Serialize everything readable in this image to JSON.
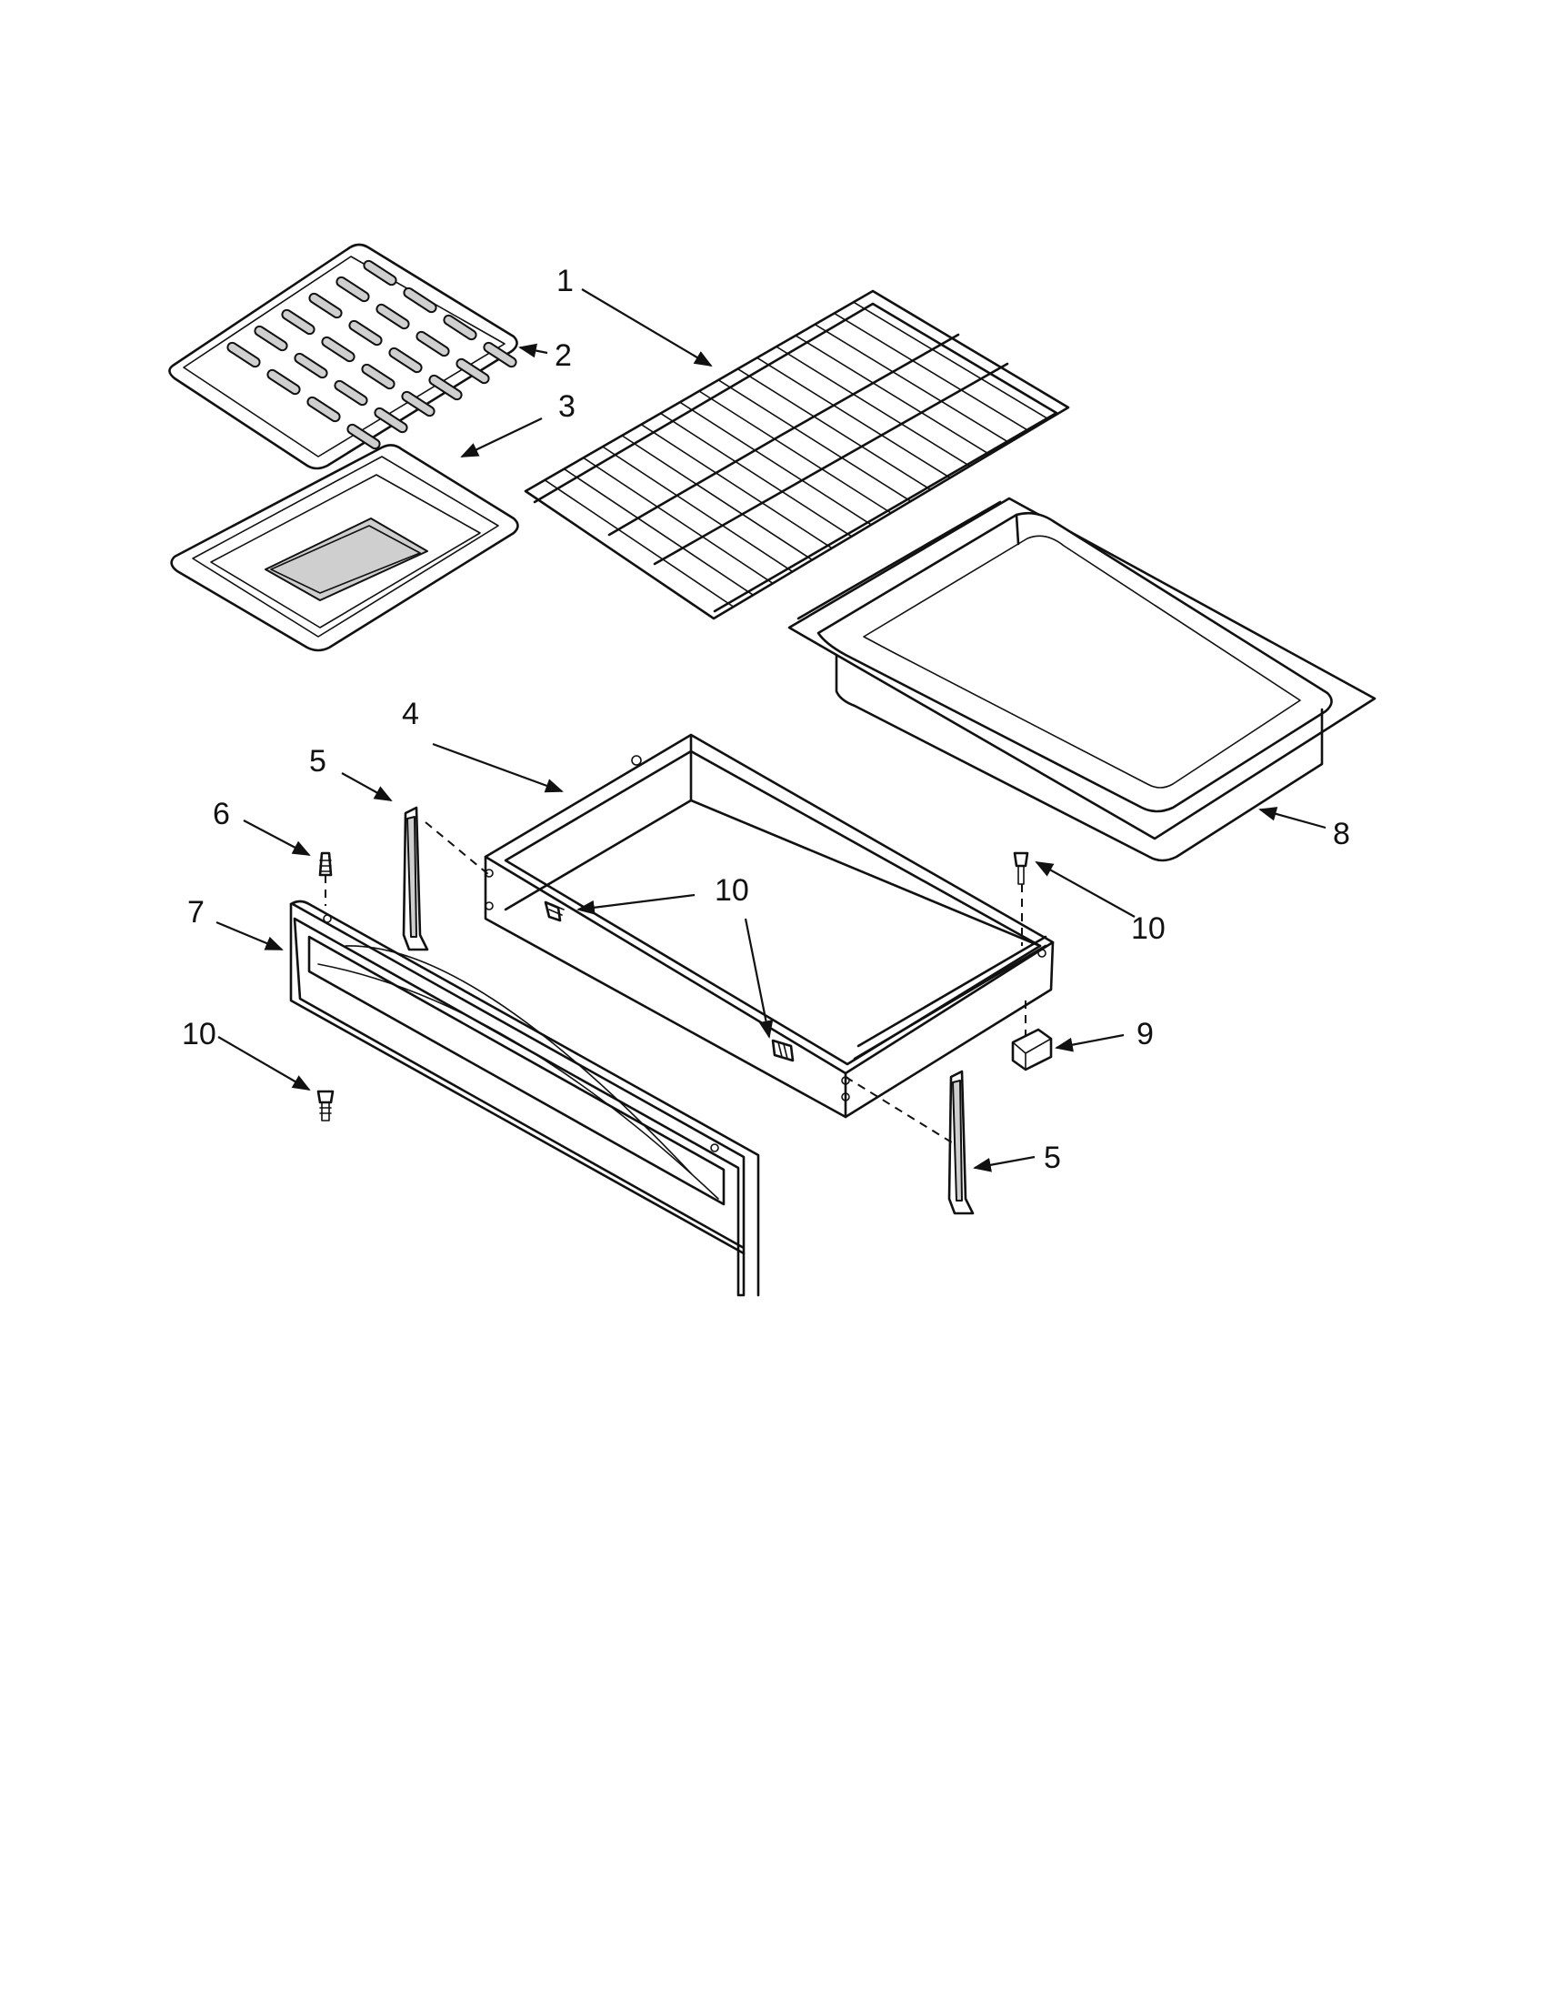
{
  "callouts": {
    "c1": "1",
    "c2": "2",
    "c3": "3",
    "c4": "4",
    "c5a": "5",
    "c5b": "5",
    "c6": "6",
    "c7": "7",
    "c8": "8",
    "c9": "9",
    "c10a": "10",
    "c10b": "10",
    "c10c": "10"
  }
}
